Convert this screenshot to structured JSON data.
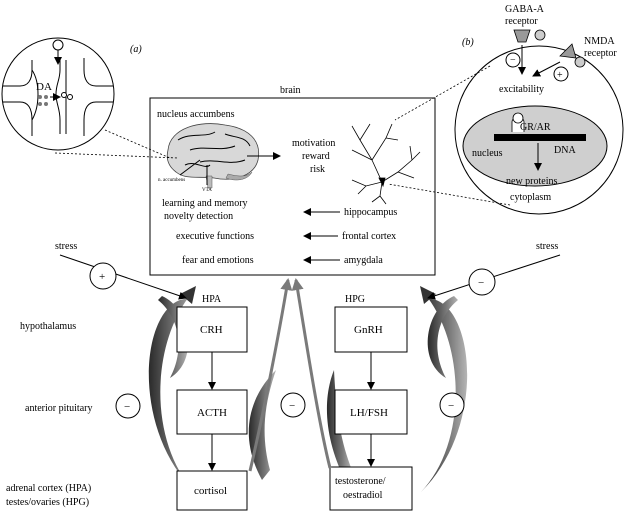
{
  "panels": {
    "a": "(a)",
    "b": "(b)"
  },
  "synapse": {
    "da_label": "DA"
  },
  "brain": {
    "title": "brain",
    "nucleus_accumbens": "nucleus accumbens",
    "small_labels": {
      "n_accumbens": "n. accumbens",
      "vta": "VTA"
    },
    "outputs": [
      "motivation",
      "reward",
      "risk"
    ],
    "rows": [
      {
        "function": [
          "learning and memory",
          "novelty detection"
        ],
        "region": "hippocampus"
      },
      {
        "function": [
          "executive functions"
        ],
        "region": "frontal cortex"
      },
      {
        "function": [
          "fear and emotions"
        ],
        "region": "amygdala"
      }
    ]
  },
  "cell": {
    "gaba": [
      "GABA-A",
      "receptor"
    ],
    "nmda": [
      "NMDA",
      "receptor"
    ],
    "gaba_sign": "−",
    "nmda_sign": "+",
    "excitability": "excitability",
    "grar": "GR/AR",
    "nucleus": "nucleus",
    "dna": "DNA",
    "new_proteins": "new proteins",
    "cytoplasm": "cytoplasm"
  },
  "axes": {
    "hpa": {
      "title": "HPA",
      "stress": "stress",
      "stress_sign": "+",
      "boxes": [
        "CRH",
        "ACTH",
        "cortisol"
      ]
    },
    "hpg": {
      "title": "HPG",
      "stress": "stress",
      "stress_sign": "−",
      "boxes": [
        "GnRH",
        "LH/FSH",
        "testosterone/",
        "oestradiol"
      ]
    },
    "feedback_sign": "−"
  },
  "levels": {
    "hypothalamus": "hypothalamus",
    "pituitary": "anterior pituitary",
    "gland_1": "adrenal cortex (HPA)",
    "gland_2": "testes/ovaries (HPG)"
  }
}
